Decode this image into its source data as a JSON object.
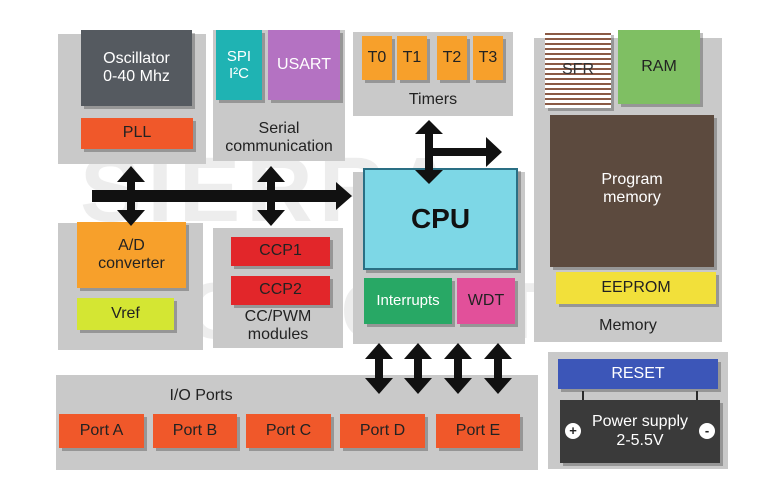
{
  "colors": {
    "panel": "#c9c9c9",
    "oscillator": "#555a60",
    "orange_red": "#f0582a",
    "teal": "#1fb3b3",
    "purple": "#b472c2",
    "timer_orange": "#f7a02b",
    "cpu_blue": "#7dd7e6",
    "green": "#28a865",
    "pink": "#e2509a",
    "red": "#e2262a",
    "lime": "#d4e633",
    "yellow": "#f2e03a",
    "ram_green": "#7fbf63",
    "program_memory": "#5c4a3e",
    "reset_blue": "#3c56b8",
    "power_dark": "#3a3a3a",
    "arrow": "#111111"
  },
  "blocks": {
    "oscillator": "Oscillator\n0-40 Mhz",
    "pll": "PLL",
    "spi": "SPI\nI²C",
    "usart": "USART",
    "serial_label": "Serial\ncommunication",
    "timers": [
      "T0",
      "T1",
      "T2",
      "T3"
    ],
    "timers_label": "Timers",
    "sfr": "SFR",
    "ram": "RAM",
    "program_memory": "Program\nmemory",
    "eeprom": "EEPROM",
    "memory_label": "Memory",
    "adc": "A/D\nconverter",
    "vref": "Vref",
    "ccp1": "CCP1",
    "ccp2": "CCP2",
    "ccpwm_label": "CC/PWM\nmodules",
    "cpu": "CPU",
    "interrupts": "Interrupts",
    "wdt": "WDT",
    "io_label": "I/O Ports",
    "ports": [
      "Port A",
      "Port B",
      "Port C",
      "Port D",
      "Port E"
    ],
    "reset": "RESET",
    "power_supply": "Power supply\n2-5.5V",
    "plus": "+",
    "minus": "-"
  },
  "icons": {
    "arrows": [
      "bidirectional-arrow",
      "double-headed-arrow"
    ]
  },
  "watermark": "SIERRA CIRCUITS"
}
